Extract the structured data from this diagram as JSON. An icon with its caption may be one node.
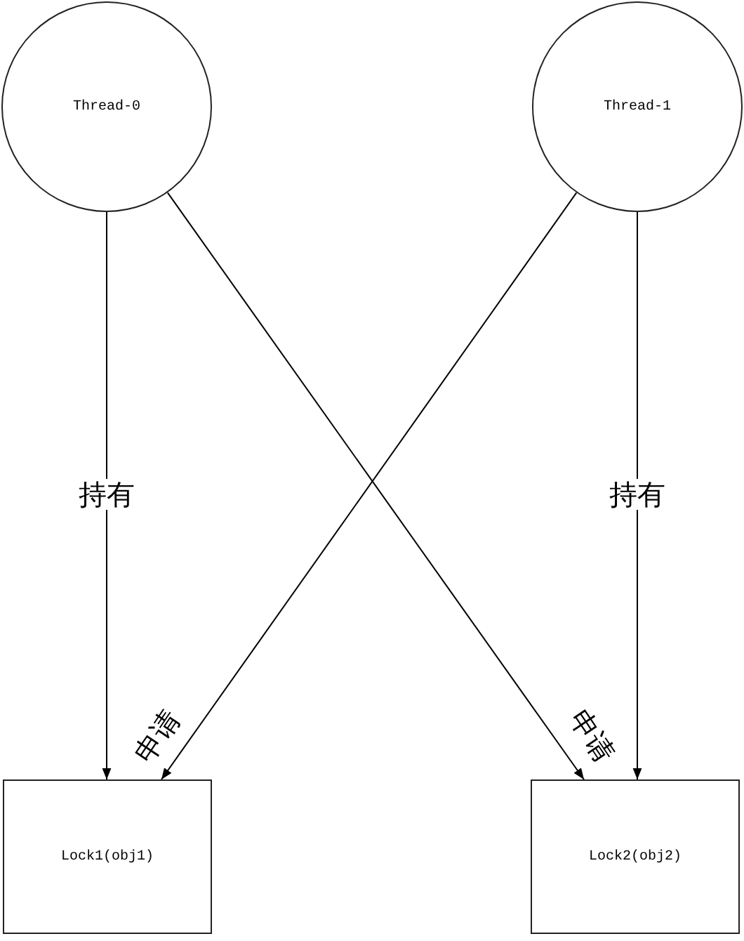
{
  "diagram": {
    "nodes": [
      {
        "text": [
          "Thread-0"
        ]
      },
      {
        "text": [
          "Thread-1"
        ]
      },
      {
        "text": [
          "Lock1(obj1)"
        ]
      },
      {
        "text": [
          "Lock2(obj2)"
        ]
      }
    ],
    "edges": [
      {
        "from": 0,
        "to": 2,
        "arrow": "to",
        "label": "持有"
      },
      {
        "from": 1,
        "to": 2,
        "arrow": "to",
        "label": "申请"
      },
      {
        "from": 0,
        "to": 3,
        "arrow": "to",
        "label": "申请"
      },
      {
        "from": 1,
        "to": 3,
        "arrow": "to",
        "label": "持有"
      }
    ]
  }
}
